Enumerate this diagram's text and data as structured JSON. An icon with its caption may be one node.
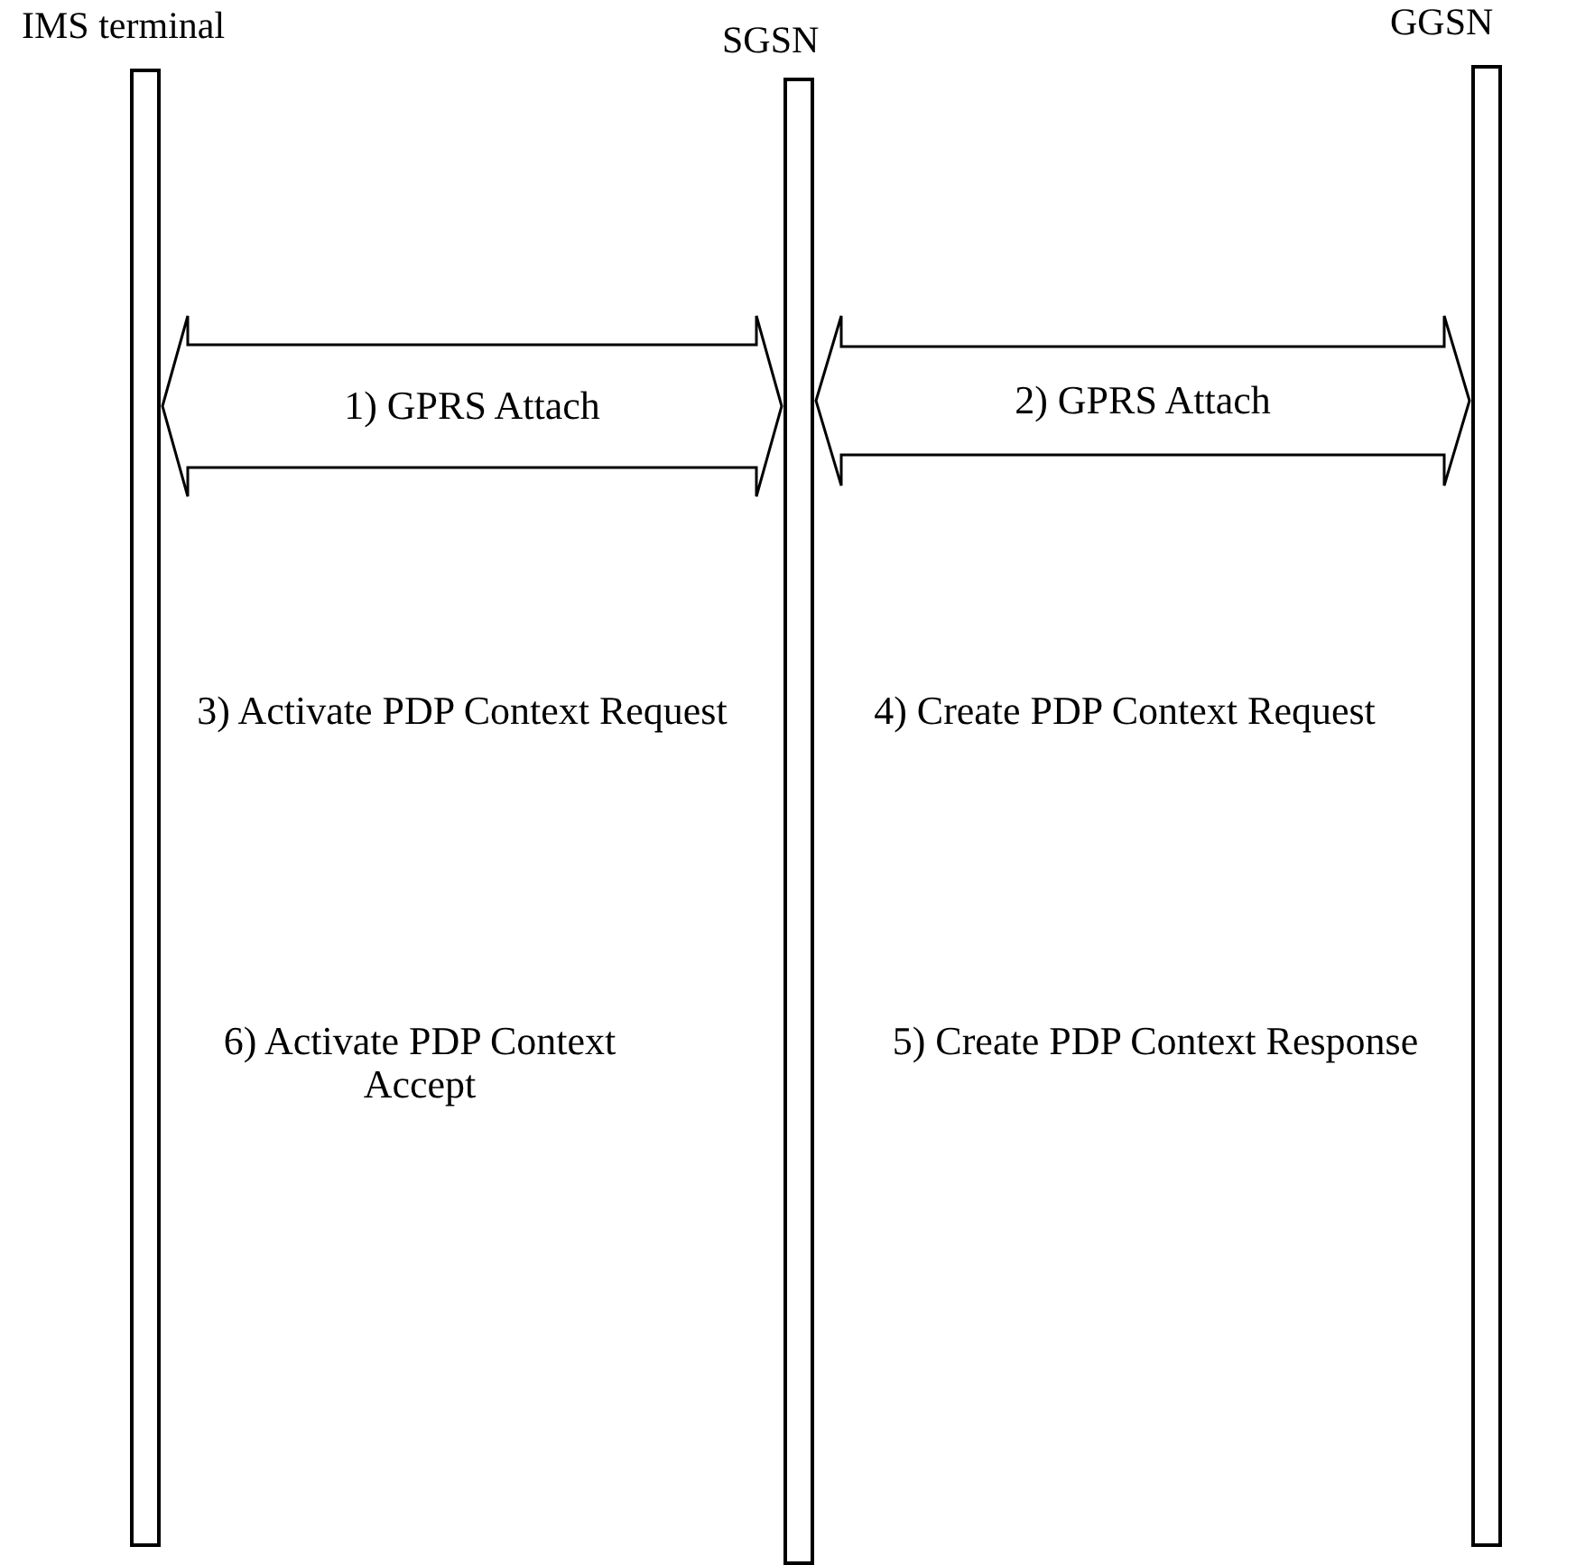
{
  "diagram": {
    "nodes": [
      {
        "text": [
          "IMS terminal"
        ]
      },
      {
        "text": [
          "SGSN"
        ]
      },
      {
        "text": [
          "GGSN"
        ]
      }
    ],
    "edges": [
      {
        "from": 0,
        "to": 1,
        "arrow": "both",
        "label": "1) GPRS Attach"
      },
      {
        "from": 1,
        "to": 2,
        "arrow": "both",
        "label": "2) GPRS Attach"
      }
    ],
    "labels": [
      "3) Activate PDP Context Request",
      "4) Create PDP Context Request",
      "6) Activate PDP Context Accept",
      "5) Create PDP Context Response"
    ]
  }
}
